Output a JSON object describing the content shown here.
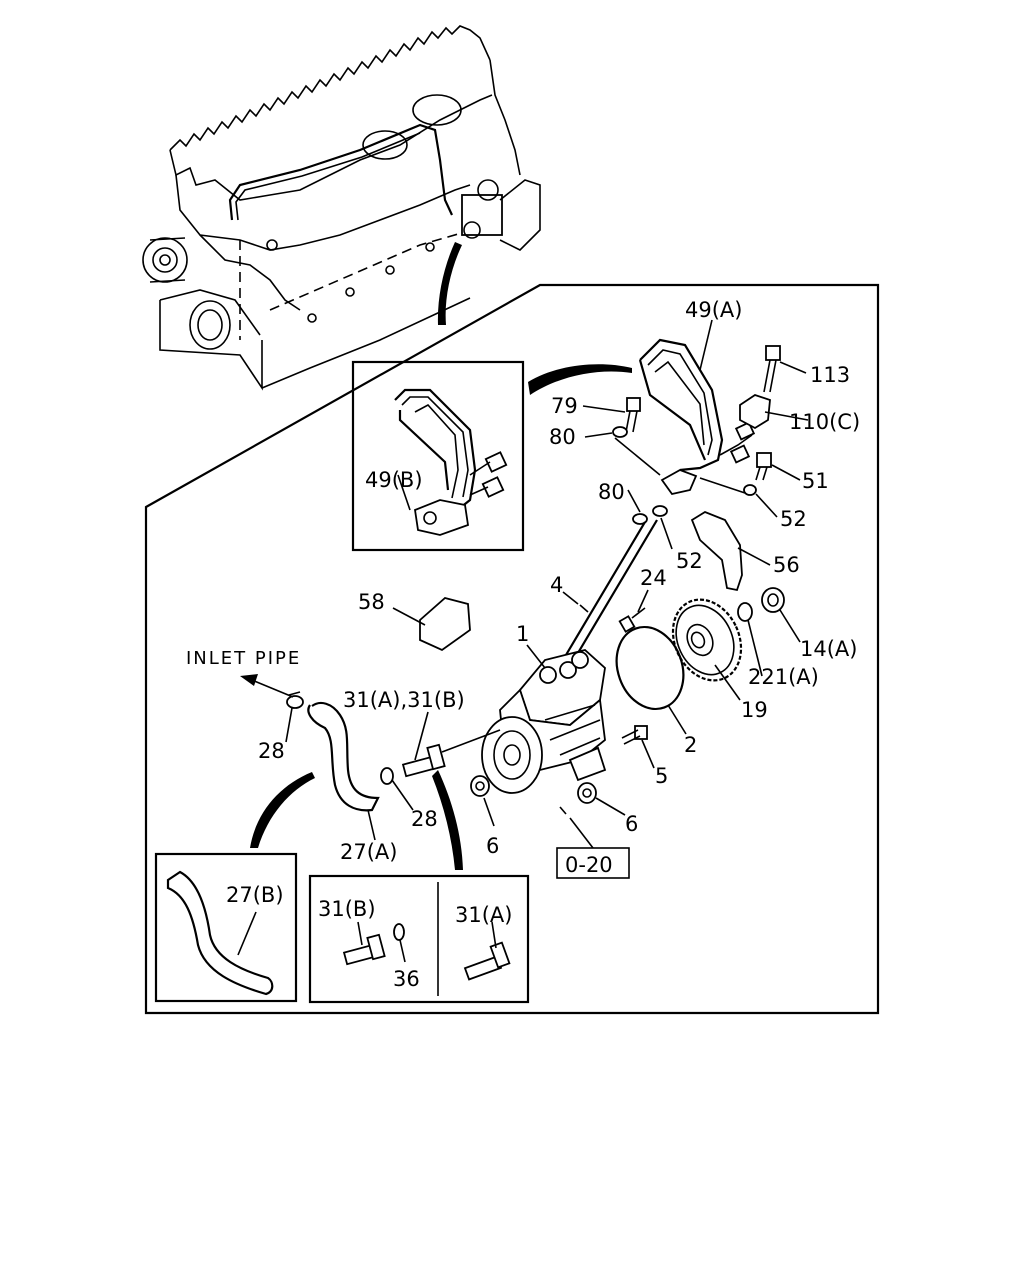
{
  "labels": {
    "p49a": "49(A)",
    "p113": "113",
    "p79": "79",
    "p110c": "110(C)",
    "p80a": "80",
    "p51": "51",
    "p49b": "49(B)",
    "p80b": "80",
    "p52a": "52",
    "p52b": "52",
    "p56": "56",
    "p58": "58",
    "p4": "4",
    "p24": "24",
    "p14a": "14(A)",
    "p1": "1",
    "inlet": "INLET PIPE",
    "p31ab": "31(A),31(B)",
    "p221a": "221(A)",
    "p19": "19",
    "p28a": "28",
    "p2": "2",
    "p5": "5",
    "p28b": "28",
    "p6a": "6",
    "p6b": "6",
    "p27a": "27(A)",
    "ref": "0-20",
    "p27b": "27(B)",
    "p31b": "31(B)",
    "p31a": "31(A)",
    "p36": "36"
  }
}
